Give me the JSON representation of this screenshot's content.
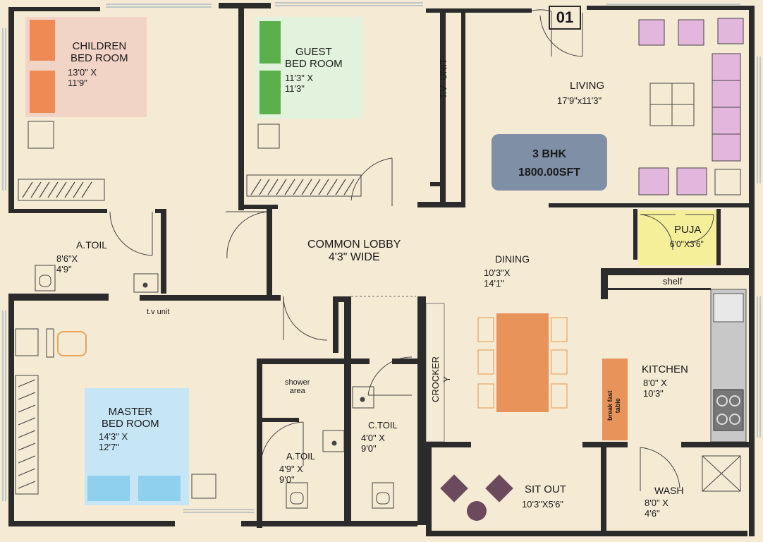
{
  "unit_number": "01",
  "badge": {
    "line1": "3 BHK",
    "line2": "1800.00SFT",
    "color": "#7e8fa6"
  },
  "rooms": {
    "children": {
      "name1": "CHILDREN",
      "name2": "BED ROOM",
      "dim1": "13'0\" X",
      "dim2": "11'9\"",
      "bed_color": "#f2d4c6",
      "pillow_color": "#f08a55"
    },
    "guest": {
      "name1": "GUEST",
      "name2": "BED ROOM",
      "dim1": "11'3\" X",
      "dim2": "11'3\"",
      "bed_color": "#e3f2dc",
      "pillow_color": "#5cb04b"
    },
    "living": {
      "name": "LIVING",
      "dim": "17'9\"x11'3\"",
      "sofa_color": "#e3b6de"
    },
    "tv_unit_top": {
      "line1": "T.V",
      "line2": "UNIT"
    },
    "toil_top": {
      "name": "A.TOIL",
      "dim1": "8'6\"X",
      "dim2": "4'9\""
    },
    "lobby": {
      "name": "COMMON LOBBY",
      "dim": "4'3\" WIDE"
    },
    "dining": {
      "name": "DINING",
      "dim1": "10'3\"X",
      "dim2": "14'1\""
    },
    "puja": {
      "name": "PUJA",
      "dim": "6'0\"X3'6\"",
      "color": "#f6ef9a"
    },
    "shelf": "shelf",
    "tv_unit_mid": "t.v unit",
    "master": {
      "name1": "MASTER",
      "name2": "BED ROOM",
      "dim1": "14'3\" X",
      "dim2": "12'7\"",
      "bed_color": "#c6e6f6",
      "pillow_color": "#8fd0ef"
    },
    "shower": {
      "line1": "shower",
      "line2": "area"
    },
    "toil_mid": {
      "name": "A.TOIL",
      "dim1": "4'9\" X",
      "dim2": "9'0\""
    },
    "ctoil": {
      "name": "C.TOIL",
      "dim1": "4'0\" X",
      "dim2": "9'0\""
    },
    "crockery": {
      "line1": "CROCKER",
      "line2": "Y"
    },
    "kitchen": {
      "name": "KITCHEN",
      "dim1": "8'0\" X",
      "dim2": "10'3\""
    },
    "breakfast": {
      "line1": "break fast",
      "line2": "table",
      "color": "#e8935a"
    },
    "sitout": {
      "name": "SIT OUT",
      "dim": "10'3\"X5'6\"",
      "furniture_color": "#6b4a5e"
    },
    "wash": {
      "name": "WASH",
      "dim1": "8'0\" X",
      "dim2": "4'6\""
    }
  },
  "colors": {
    "paper": "#f5ead4",
    "wall": "#2b2b2b",
    "dining_table": "#e8935a",
    "chair_outline": "#e8a45c",
    "counter": "#9a9a9a"
  }
}
